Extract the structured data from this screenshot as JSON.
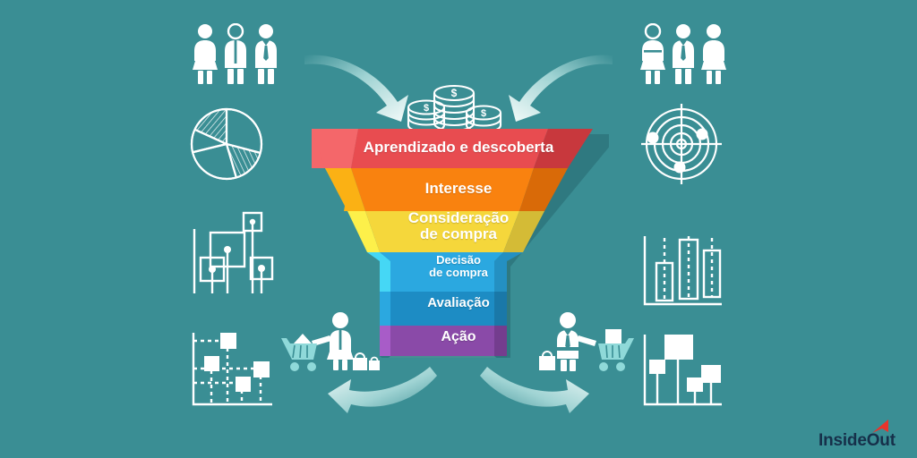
{
  "meta": {
    "language": "pt-BR",
    "background_color": "#3a8e94",
    "title": "Funil de marketing e vendas"
  },
  "funnel": {
    "name": "marketing-sales-funnel",
    "stages": [
      {
        "label": "Aprendizado e descoberta",
        "color": "#e84c50",
        "color_light": "#f4676a",
        "color_dark": "#c8383d",
        "font_size": 17
      },
      {
        "label": "Interesse",
        "color": "#f9820f",
        "color_light": "#fbb114",
        "color_dark": "#d96a08",
        "font_size": 17
      },
      {
        "label": "Consideração\nde compra",
        "color": "#f5d73b",
        "color_light": "#fdf04a",
        "color_dark": "#d4bb36",
        "font_size": 17
      },
      {
        "label": "Decisão\nde compra",
        "color": "#2ba8e0",
        "color_light": "#45d7f5",
        "color_dark": "#2490c2",
        "font_size": 13
      },
      {
        "label": "Avaliação",
        "color": "#1d8cc4",
        "color_light": "#2ba8e0",
        "color_dark": "#1a78a8",
        "font_size": 15
      },
      {
        "label": "Ação",
        "color": "#8a4aa8",
        "color_light": "#a85cc8",
        "color_dark": "#743d8e",
        "font_size": 16
      }
    ]
  },
  "icons": {
    "top_left_people": {
      "name": "people-group-icon",
      "caption": "Três pessoas"
    },
    "top_right_people": {
      "name": "people-group-icon",
      "caption": "Três pessoas"
    },
    "left_pie_chart": {
      "name": "pie-chart-icon",
      "caption": "Gráfico de pizza"
    },
    "right_radar": {
      "name": "radar-target-icon",
      "caption": "Radar com três alvos"
    },
    "left_bubble_chart": {
      "name": "bubble-square-chart-icon",
      "caption": "Gráfico de bolhas quadradas"
    },
    "right_candlestick_chart": {
      "name": "candlestick-chart-icon",
      "caption": "Gráfico de velas"
    },
    "left_scatter_chart": {
      "name": "scatter-plot-icon",
      "caption": "Gráfico de dispersão"
    },
    "right_lollipop_chart": {
      "name": "lollipop-chart-icon",
      "caption": "Gráfico de pirulito"
    },
    "coins": {
      "name": "money-coins-icon",
      "caption": "Pilhas de moedas",
      "symbol": "$"
    },
    "shopper_left": {
      "name": "shopper-woman-cart-icon",
      "caption": "Mulher com carrinho e sacolas"
    },
    "shopper_right": {
      "name": "shopper-man-cart-icon",
      "caption": "Homem com carrinho e sacola"
    },
    "arrow_in_left": {
      "name": "curved-arrow-in-icon"
    },
    "arrow_in_right": {
      "name": "curved-arrow-in-icon"
    },
    "arrow_out_left": {
      "name": "curved-arrow-out-icon"
    },
    "arrow_out_right": {
      "name": "curved-arrow-out-icon"
    }
  },
  "logo": {
    "name": "insideout-logo",
    "text": "InsideOut",
    "text_color": "#16304a",
    "arrow_color": "#e8342c"
  }
}
